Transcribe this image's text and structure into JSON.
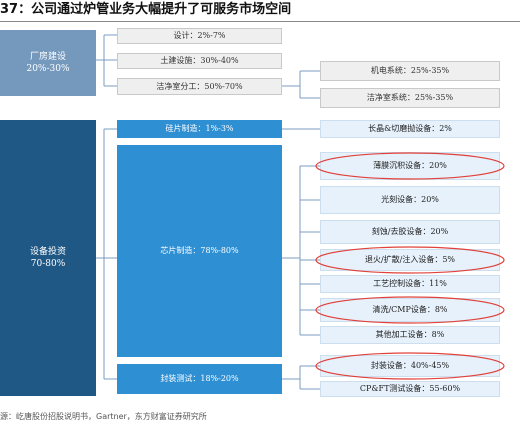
{
  "title": "37：公司通过炉管业务大幅提升了可服务市场空间",
  "left": [
    {
      "name": "厂房建设",
      "share": "20%-30%"
    },
    {
      "name": "设备投资",
      "share": "70-80%"
    }
  ],
  "middle": {
    "design": "设计：2%-7%",
    "civil": "土建设施：30%-40%",
    "cleanroom": "洁净室分工：50%-70%",
    "wafer": "硅片制造：1%-3%",
    "chip": "芯片制造：78%-80%",
    "packaging": "封装测试：18%-20%"
  },
  "right": {
    "mep": "机电系统：25%-35%",
    "cleanroom_system": "洁净室系统：25%-35%",
    "crystal": "长晶&切磨抛设备：2%",
    "thin_film": "薄膜沉积设备：20%",
    "litho": "光刻设备：20%",
    "etch": "刻蚀/去胶设备：20%",
    "anneal": "退火/扩散/注入设备：5%",
    "process_control": "工艺控制设备：11%",
    "cmp": "清洗/CMP设备：8%",
    "other": "其他加工设备：8%",
    "package_equipment": "封装设备：40%-45%",
    "test": "CP&FT测试设备：55-60%"
  },
  "footer": "源：屹唐股份招股说明书，Gartner，东方财富证券研究所",
  "colors": {
    "highlight": "#e0413a",
    "connector": "#7a9cc0"
  }
}
